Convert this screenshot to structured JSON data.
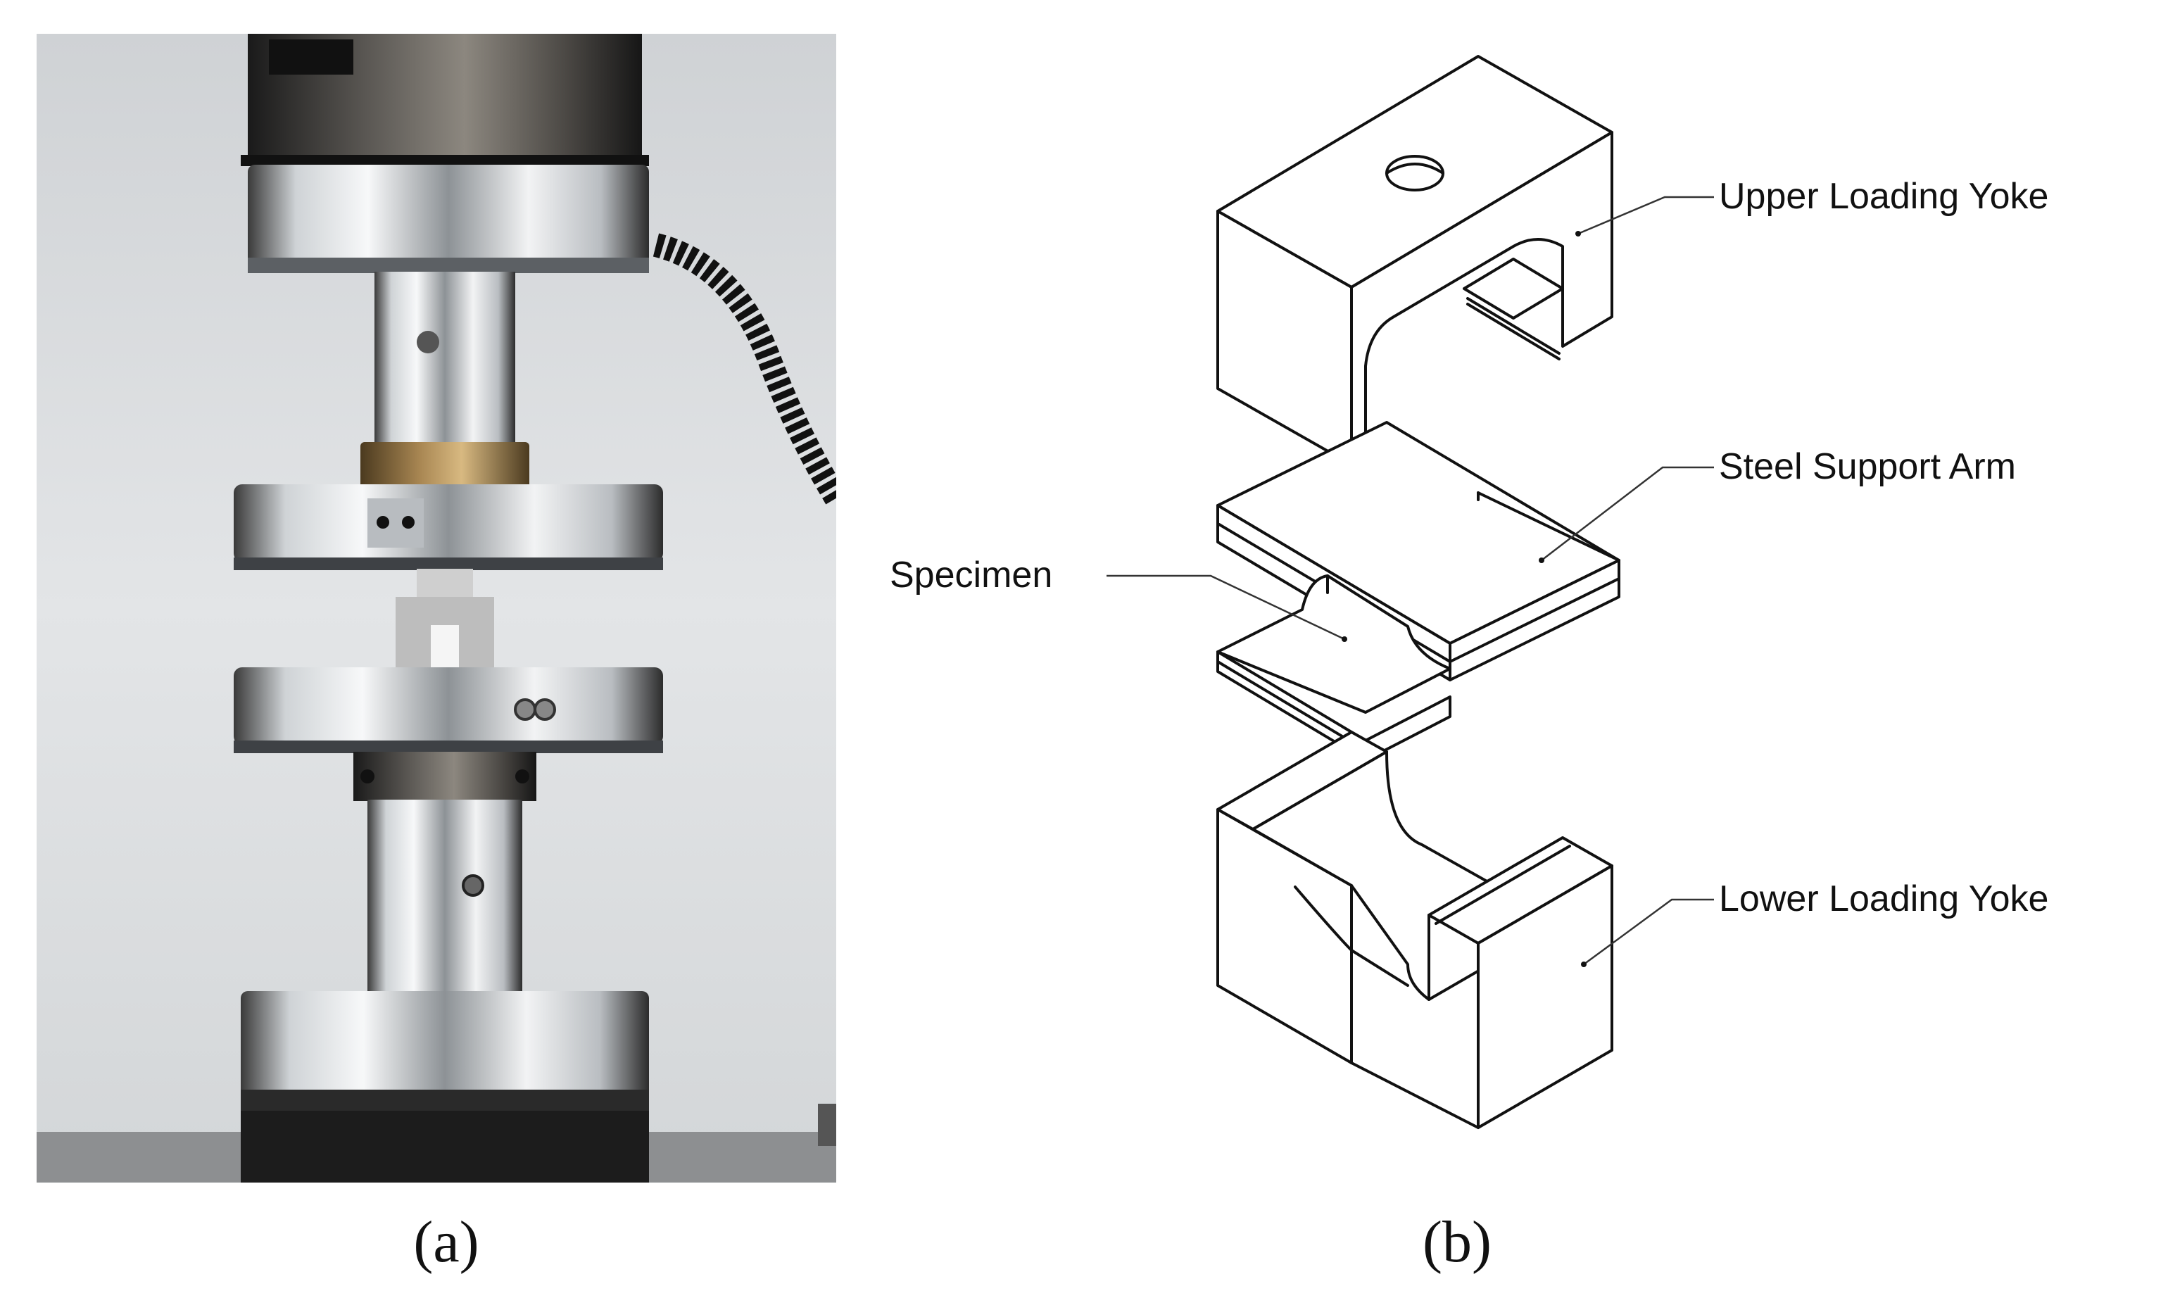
{
  "figure": {
    "panels": [
      {
        "caption": "(a)"
      },
      {
        "caption": "(b)",
        "labels": {
          "upper_yoke": "Upper Loading Yoke",
          "support_arm": "Steel Support Arm",
          "specimen": "Specimen",
          "lower_yoke": "Lower Loading Yoke"
        }
      }
    ]
  },
  "colors": {
    "background": "#ffffff",
    "line": "#111111",
    "leader": "#333333",
    "photo_wall": "#dcdee0",
    "metal_light": "#e9ecef",
    "metal_dark": "#2a2a2a",
    "brass": "#8a6a3c"
  }
}
